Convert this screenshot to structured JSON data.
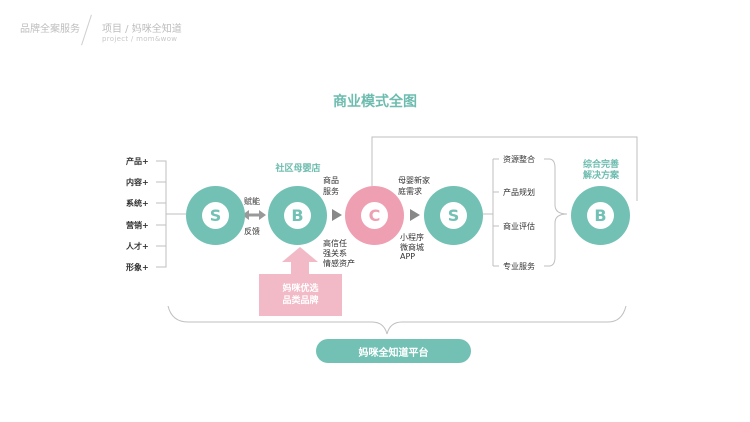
{
  "header": {
    "left_text": "品牌全案服务",
    "right_text": "项目 / 妈咪全知道",
    "right_subtext": "project / mom&wow"
  },
  "title": "商业模式全图",
  "left_items": [
    "产品+",
    "内容+",
    "系统+",
    "营销+",
    "人才+",
    "形象+"
  ],
  "nodes": [
    {
      "letter": "S",
      "color": "#72c1b4"
    },
    {
      "letter": "B",
      "color": "#72c1b4"
    },
    {
      "letter": "C",
      "color": "#ef9fb2"
    },
    {
      "letter": "S",
      "color": "#72c1b4"
    },
    {
      "letter": "B",
      "color": "#72c1b4"
    }
  ],
  "labels": {
    "empower": "赋能",
    "feedback": "反馈",
    "community": "社区母婴店",
    "goods": [
      "商品",
      "服务"
    ],
    "trust": [
      "高信任",
      "强关系",
      "情感资产"
    ],
    "family_demand": [
      "母婴新家",
      "庭需求"
    ],
    "channels": [
      "小程序",
      "微商城",
      "APP"
    ],
    "solution": [
      "综合完善",
      "解决方案"
    ]
  },
  "right_items": [
    "资源整合",
    "产品规划",
    "商业评估",
    "专业服务"
  ],
  "brand_box": [
    "妈咪优选",
    "品类品牌"
  ],
  "platform": "妈咪全知道平台",
  "colors": {
    "teal": "#72c1b4",
    "pink": "#ef9fb2",
    "light_pink": "#f2b9c6",
    "line": "#bfbfbf"
  }
}
